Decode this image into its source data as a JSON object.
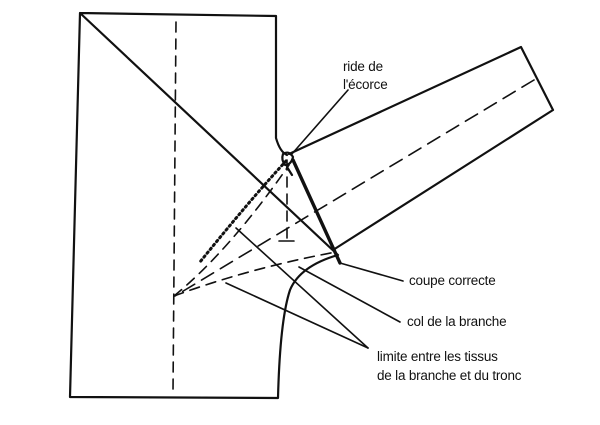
{
  "labels": {
    "bark_ridge_line1": "ride de",
    "bark_ridge_line2": "l'écorce",
    "correct_cut": "coupe correcte",
    "branch_collar": "col de la branche",
    "boundary_line1": "limite entre les tissus",
    "boundary_line2": "de la branche et du tronc"
  }
}
